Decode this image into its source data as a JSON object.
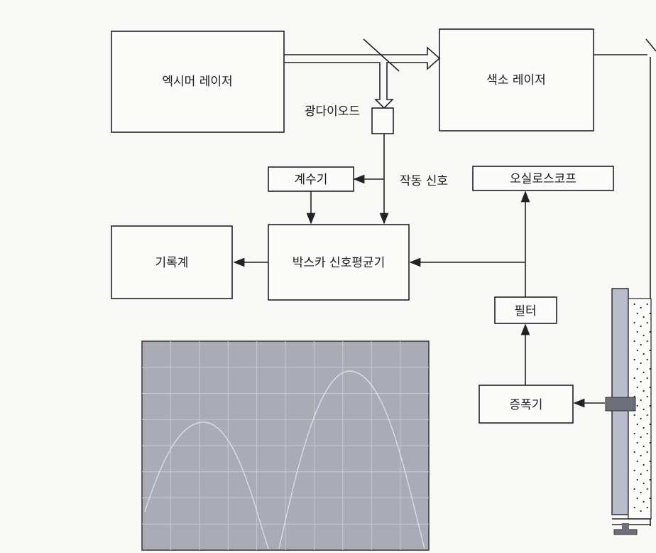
{
  "blocks": {
    "excimer_laser": "엑시머 레이저",
    "dye_laser": "색소 레이저",
    "photodiode": "광다이오드",
    "counter": "계수기",
    "trigger_signal": "작동 신호",
    "oscilloscope": "오실로스코프",
    "recorder": "기록계",
    "boxcar_averager": "박스카 신호평균기",
    "filter": "필터",
    "amplifier": "증폭기"
  },
  "colors": {
    "screen": "#a9abb5",
    "grid": "#c9cad2",
    "trace": "#d8d8de",
    "cell": "#b9bccb"
  }
}
